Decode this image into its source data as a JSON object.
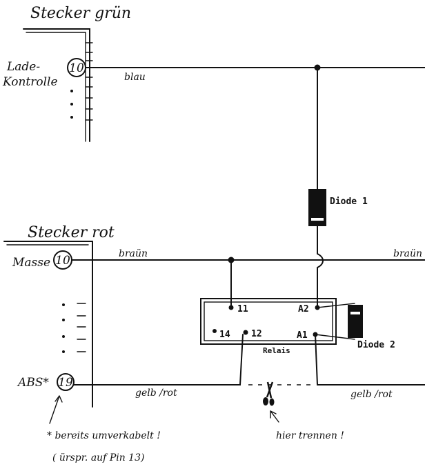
{
  "connectors": {
    "green": {
      "title": "Stecker grün",
      "pin_number": "10",
      "pin_label_line1": "Lade-",
      "pin_label_line2": "Kontrolle"
    },
    "red": {
      "title": "Stecker rot",
      "pin_ground_number": "10",
      "pin_ground_label": "Masse",
      "pin_abs_number": "19",
      "pin_abs_label": "ABS*"
    }
  },
  "wires": {
    "blue": "blau",
    "brown_left": "braün",
    "brown_right": "braün",
    "yellow_red_left": "gelb /rot",
    "yellow_red_right": "gelb /rot"
  },
  "components": {
    "diode1": "Diode 1",
    "diode2": "Diode 2",
    "relay": "Relais",
    "relay_pins": {
      "p11": "11",
      "pA2": "A2",
      "p14": "14",
      "p12": "12",
      "pA1": "A1"
    }
  },
  "annotations": {
    "cut_here": "hier trennen !",
    "note_line1": "* bereits umverkabelt !",
    "note_line2": "( ürspr. auf Pin 13)"
  }
}
